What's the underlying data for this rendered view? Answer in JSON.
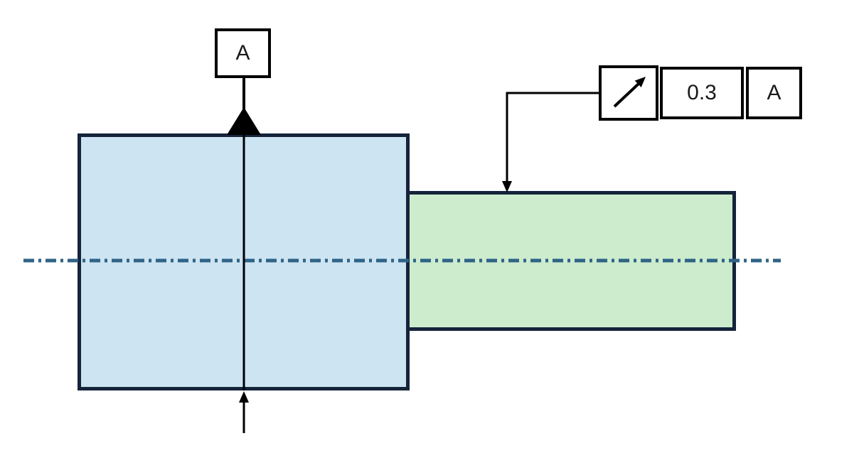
{
  "colors": {
    "background": "#ffffff",
    "blue_part_fill": "#cde4f2",
    "green_part_fill": "#cdeccd",
    "part_outline": "#15233b",
    "centerline_blue": "#2f6387",
    "ink": "#000000"
  },
  "datum_feature": {
    "label": "A"
  },
  "feature_control_frame": {
    "geometric_symbol": "circular-runout",
    "tolerance_value": "0.3",
    "datum_reference": "A"
  }
}
